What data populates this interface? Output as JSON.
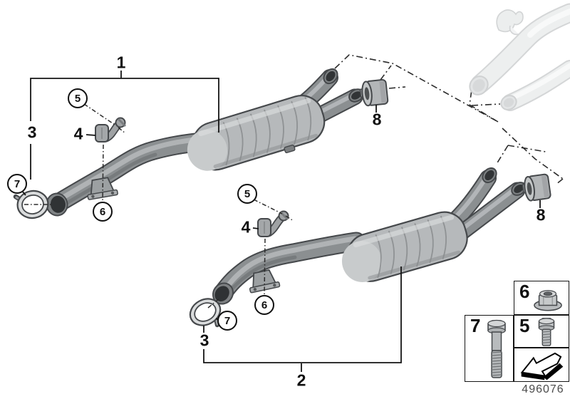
{
  "footer": {
    "drawing_number": "496076"
  },
  "callouts": {
    "assembly1": {
      "group": "1",
      "clamp": "3",
      "mount": "4",
      "bracket_bolt": "5",
      "hanger_bolt": "6",
      "clamp_bolt": "7",
      "sleeve": "8"
    },
    "assembly2": {
      "group": "2",
      "clamp": "3",
      "mount": "4",
      "bracket_bolt": "5",
      "hanger_bolt": "6",
      "clamp_bolt": "7",
      "sleeve": "8"
    }
  },
  "legend": {
    "cells": [
      {
        "label": "6",
        "icon": "flange-nut-icon"
      },
      {
        "label": "7",
        "icon": "long-bolt-icon"
      },
      {
        "label": "5",
        "icon": "short-bolt-icon"
      },
      {
        "label": "",
        "icon": "direction-arrow-icon"
      }
    ]
  },
  "colors": {
    "pipe": "#8b8f91",
    "pipe_outline": "#45484b",
    "muffler": "#b6b9bb",
    "ghost": "#edefef",
    "ghost_outline": "#d4d6d7",
    "line": "#141414"
  }
}
